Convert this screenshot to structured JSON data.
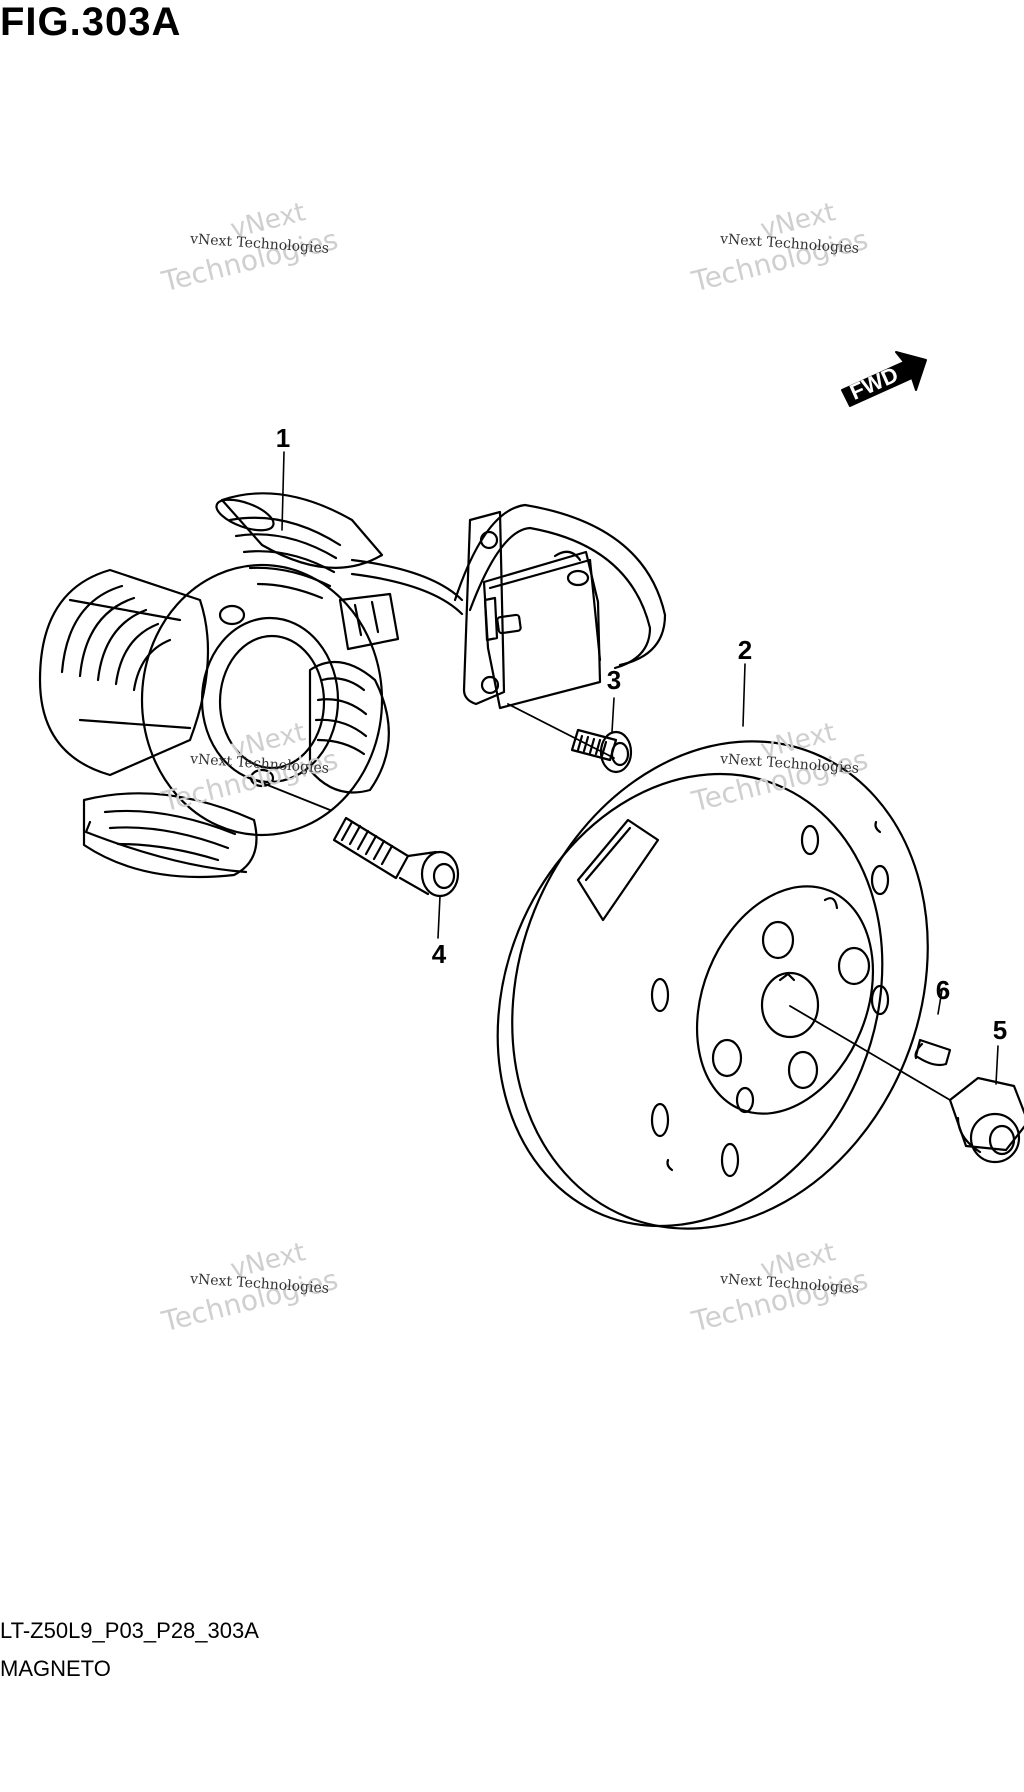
{
  "figure": {
    "title": "FIG.303A",
    "model_code": "LT-Z50L9_P03_P28_303A",
    "section_name": "MAGNETO"
  },
  "direction_arrow": {
    "label": "FWD"
  },
  "callouts": [
    "1",
    "2",
    "3",
    "4",
    "5",
    "6"
  ],
  "watermark": {
    "line_small": "vNext Technologies",
    "line_big_1": "vNext",
    "line_big_2": "Technologies"
  }
}
